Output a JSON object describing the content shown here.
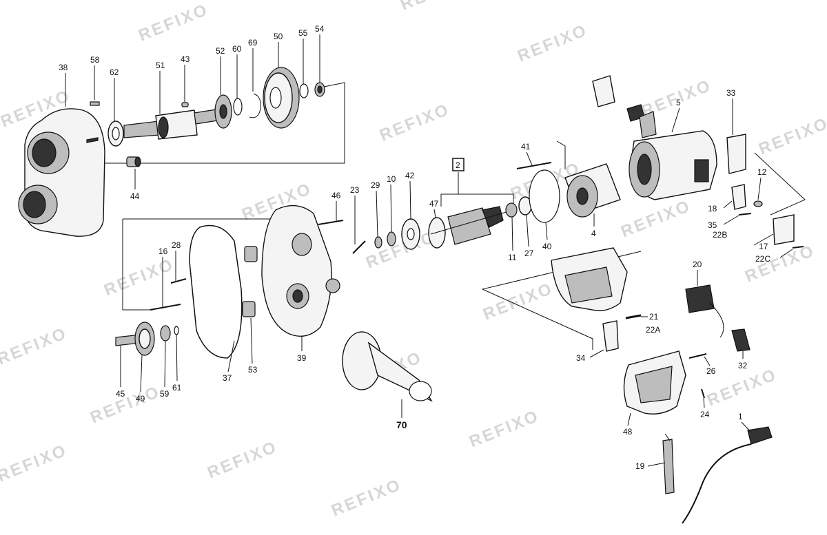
{
  "watermark": "REFIXO",
  "parts": {
    "p1": "1",
    "p2": "2",
    "p4": "4",
    "p5": "5",
    "p10": "10",
    "p11": "11",
    "p12": "12",
    "p16": "16",
    "p17": "17",
    "p18": "18",
    "p19": "19",
    "p20": "20",
    "p21": "21",
    "p22a": "22A",
    "p22b": "22B",
    "p22c": "22C",
    "p23": "23",
    "p24": "24",
    "p26": "26",
    "p27": "27",
    "p28": "28",
    "p29": "29",
    "p32": "32",
    "p33": "33",
    "p34": "34",
    "p35": "35",
    "p37": "37",
    "p38": "38",
    "p39": "39",
    "p40": "40",
    "p41": "41",
    "p42": "42",
    "p43": "43",
    "p44": "44",
    "p45": "45",
    "p46": "46",
    "p47": "47",
    "p48": "48",
    "p49": "49",
    "p50": "50",
    "p51": "51",
    "p52": "52",
    "p53": "53",
    "p54": "54",
    "p55": "55",
    "p58": "58",
    "p59": "59",
    "p60": "60",
    "p61": "61",
    "p62": "62",
    "p69": "69",
    "p70": "70"
  }
}
